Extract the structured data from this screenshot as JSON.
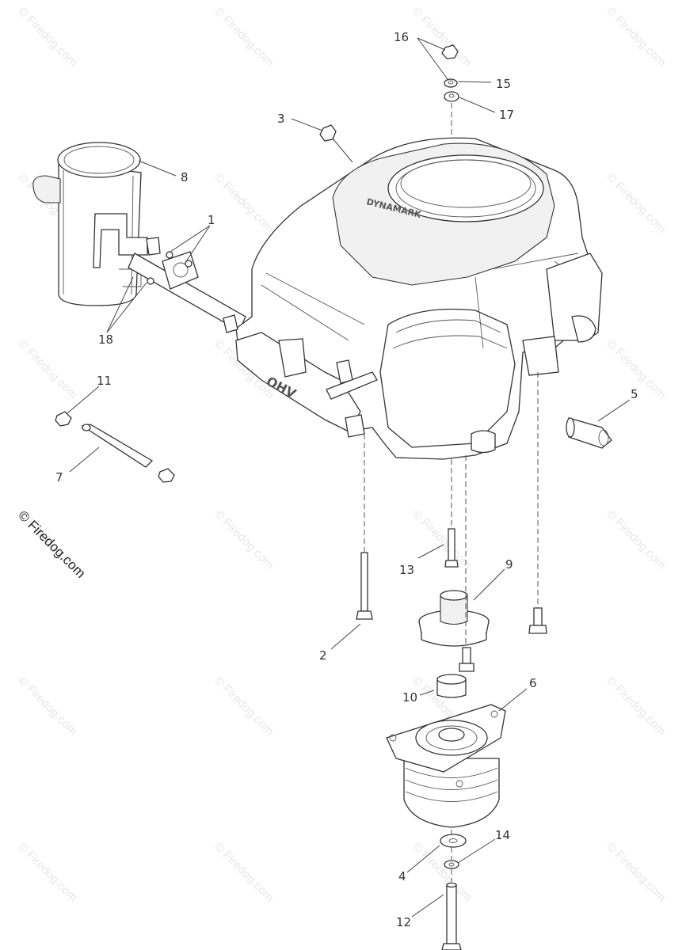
{
  "callouts": [
    {
      "id": "1",
      "label": "1"
    },
    {
      "id": "2",
      "label": "2"
    },
    {
      "id": "3",
      "label": "3"
    },
    {
      "id": "4",
      "label": "4"
    },
    {
      "id": "5",
      "label": "5"
    },
    {
      "id": "6",
      "label": "6"
    },
    {
      "id": "7",
      "label": "7"
    },
    {
      "id": "8",
      "label": "8"
    },
    {
      "id": "9",
      "label": "9"
    },
    {
      "id": "10",
      "label": "10"
    },
    {
      "id": "11",
      "label": "11"
    },
    {
      "id": "12",
      "label": "12"
    },
    {
      "id": "13",
      "label": "13"
    },
    {
      "id": "14",
      "label": "14"
    },
    {
      "id": "15",
      "label": "15"
    },
    {
      "id": "16",
      "label": "16"
    },
    {
      "id": "17",
      "label": "17"
    },
    {
      "id": "18",
      "label": "18"
    }
  ],
  "engine_labels": {
    "brand": "DYNAMARK",
    "badge": "OHV"
  },
  "watermark": {
    "text": "© Firedog.com",
    "main_text": "© Firedog.com"
  },
  "colors": {
    "line": "#333333",
    "watermark": "#e7e7e7",
    "background": "#ffffff"
  }
}
